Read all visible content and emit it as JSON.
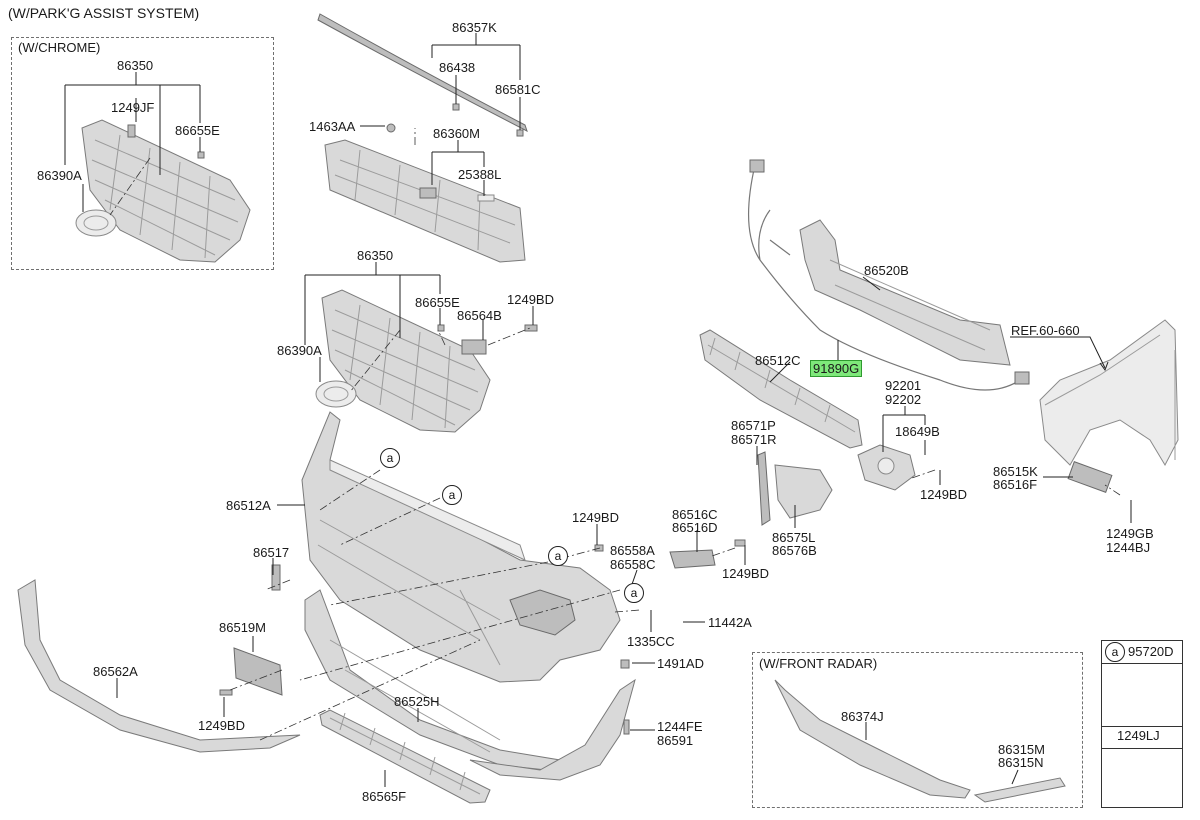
{
  "diagram": {
    "header": "(W/PARK'G ASSIST SYSTEM)",
    "variant_labels": {
      "chrome": "(W/CHROME)",
      "front_radar": "(W/FRONT RADAR)"
    },
    "highlight_color": "#7ee87a",
    "part_numbers": {
      "p86357K": "86357K",
      "p86438": "86438",
      "p86581C": "86581C",
      "p1463AA": "1463AA",
      "p86360M": "86360M",
      "p25388L": "25388L",
      "p86350_top": "86350",
      "p1249JF": "1249JF",
      "p86655E_top": "86655E",
      "p86390A_top": "86390A",
      "p86350_mid": "86350",
      "p86655E_mid": "86655E",
      "p86564B": "86564B",
      "p1249BD_a": "1249BD",
      "p86390A_mid": "86390A",
      "p86520B": "86520B",
      "p86512C": "86512C",
      "p91890G": "91890G",
      "pREF": "REF.60-660",
      "p92201": "92201",
      "p92202": "92202",
      "p18649B": "18649B",
      "p86571P": "86571P",
      "p86571R": "86571R",
      "p1249BD_b": "1249BD",
      "p86515K": "86515K",
      "p86516F": "86516F",
      "p1249GB": "1249GB",
      "p1244BJ": "1244BJ",
      "p86512A": "86512A",
      "p1249BD_c": "1249BD",
      "p86516C": "86516C",
      "p86516D": "86516D",
      "p86575L": "86575L",
      "p86576B": "86576B",
      "p86558A": "86558A",
      "p86558C": "86558C",
      "p1249BD_d": "1249BD",
      "p86517": "86517",
      "p86519M": "86519M",
      "p1335CC": "1335CC",
      "p11442A": "11442A",
      "p1491AD": "1491AD",
      "p86562A": "86562A",
      "p86525H": "86525H",
      "p1244FE": "1244FE",
      "p86591": "86591",
      "p1249BD_e": "1249BD",
      "p86565F": "86565F",
      "p86374J": "86374J",
      "p86315M": "86315M",
      "p86315N": "86315N"
    },
    "ref_markers": [
      "a",
      "a",
      "a",
      "a"
    ],
    "legend": {
      "marker": "a",
      "part1": "95720D",
      "part2": "1249LJ"
    }
  }
}
